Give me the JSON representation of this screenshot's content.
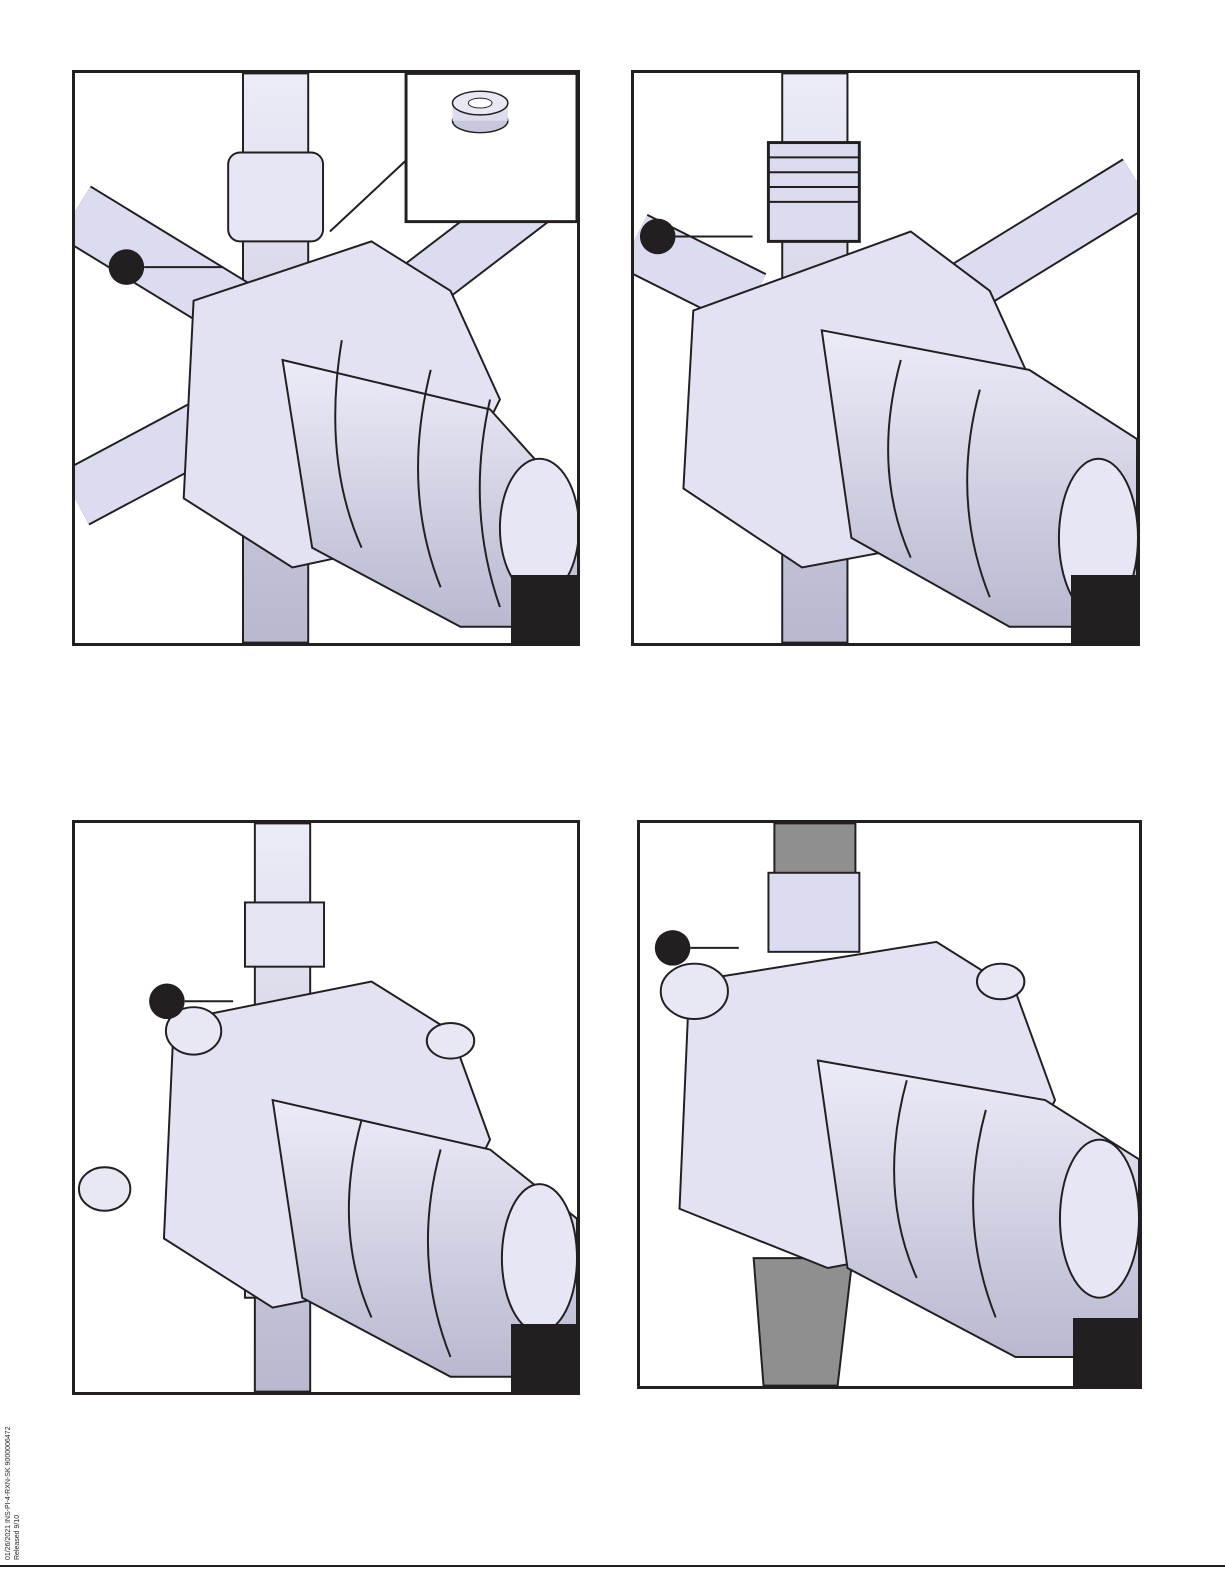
{
  "page": {
    "side_code_line1": "01/26/2021 INS-PI-4-RXN-SK 9000006472",
    "side_code_line2": "Released 9/10"
  },
  "panels": [
    {
      "id": "1",
      "pipe": "light",
      "insert": "washer-inset"
    },
    {
      "id": "2",
      "pipe": "light",
      "insert": "none"
    },
    {
      "id": "3",
      "pipe": "light",
      "insert": "none"
    },
    {
      "id": "4",
      "pipe": "dark",
      "insert": "none"
    }
  ],
  "colors": {
    "frame": "#231f20",
    "metal": "#dcdcf0",
    "metal_shade": "#b8b8d0",
    "pipe_dark": "#8f8f8f",
    "callout": "#231f20"
  }
}
